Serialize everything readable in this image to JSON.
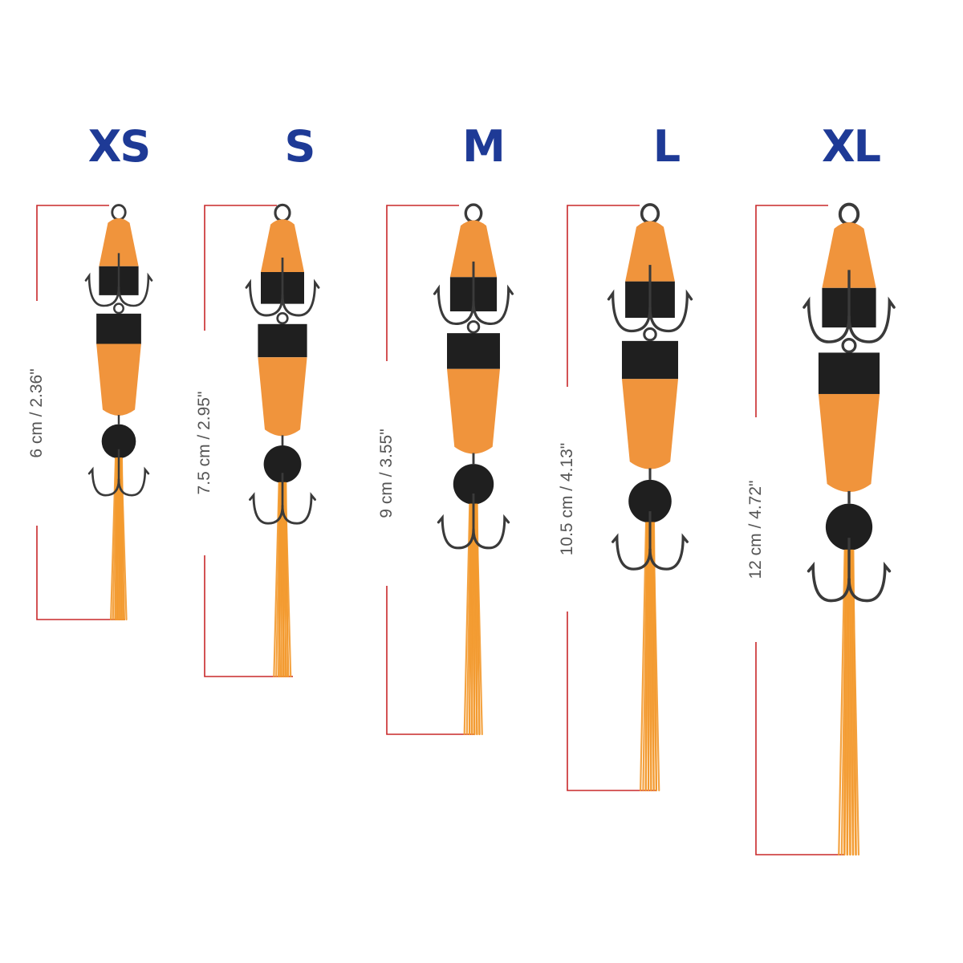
{
  "colors": {
    "label_blue": "#1e3a96",
    "measure_red": "#c8282a",
    "dim_text": "#555555",
    "foam_orange": "#f0943c",
    "foam_black": "#1f1f1f",
    "hook_gray": "#3a3a3a",
    "tail_orange": "#f39a2e"
  },
  "lures": [
    {
      "size": "XS",
      "length": "6 cm / 2.36\""
    },
    {
      "size": "S",
      "length": "7.5 cm / 2.95\""
    },
    {
      "size": "M",
      "length": "9 cm / 3.55\""
    },
    {
      "size": "L",
      "length": "10.5 cm / 4.13\""
    },
    {
      "size": "XL",
      "length": "12 cm / 4.72\""
    }
  ]
}
